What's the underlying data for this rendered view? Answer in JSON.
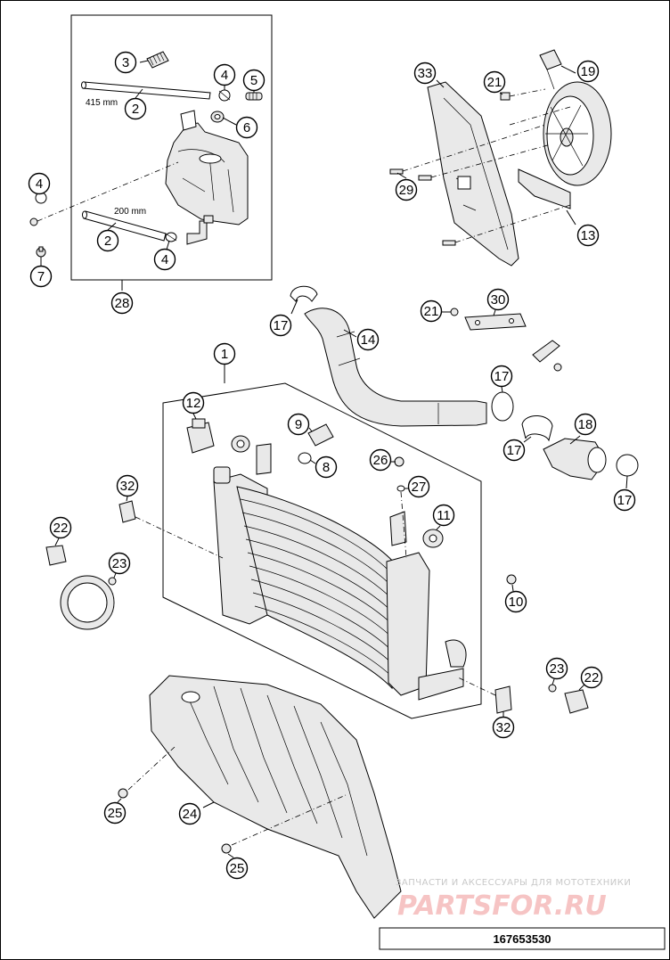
{
  "diagram_number": "167653530",
  "watermark": {
    "line1": "ЗАПЧАСТИ И АКСЕССУАРЫ ДЛЯ МОТОТЕХНИКИ",
    "logo": "PARTSFOR.RU"
  },
  "dimensions": {
    "hose_long": "415 mm",
    "hose_short": "200 mm"
  },
  "callouts": {
    "c3": "3",
    "c4a": "4",
    "c5": "5",
    "c2a": "2",
    "c6": "6",
    "c4b": "4",
    "c2b": "2",
    "c4c": "4",
    "c7": "7",
    "c28": "28",
    "c33": "33",
    "c21a": "21",
    "c19": "19",
    "c29": "29",
    "c13": "13",
    "c17a": "17",
    "c14": "14",
    "c21b": "21",
    "c30": "30",
    "c17b": "17",
    "c18": "18",
    "c17c": "17",
    "c17d": "17",
    "c1": "1",
    "c12": "12",
    "c9": "9",
    "c8": "8",
    "c26": "26",
    "c27": "27",
    "c11": "11",
    "c32a": "32",
    "c22a": "22",
    "c23a": "23",
    "c10": "10",
    "c23b": "23",
    "c22b": "22",
    "c32b": "32",
    "c25a": "25",
    "c24": "24",
    "c25b": "25"
  }
}
